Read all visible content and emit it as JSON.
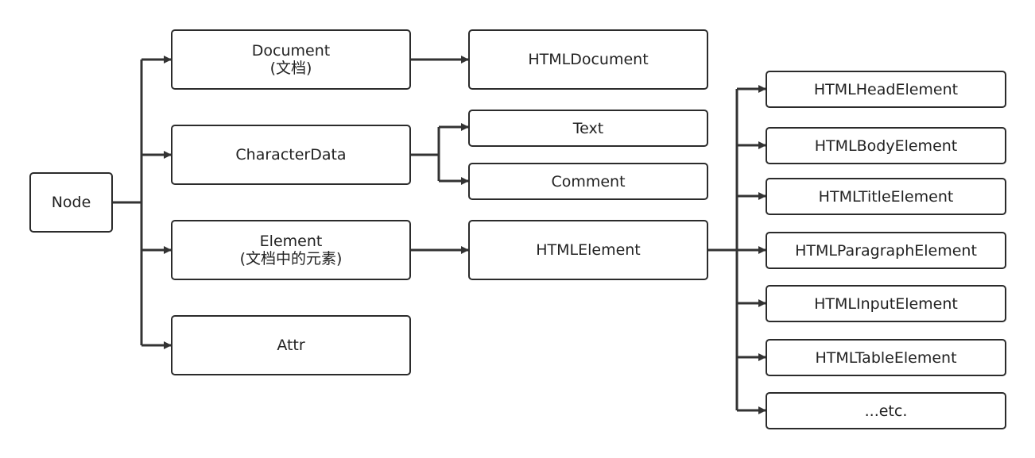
{
  "diagram": {
    "root": {
      "label": "Node"
    },
    "level1": {
      "document": {
        "label": "Document",
        "sublabel": "(文档)"
      },
      "character_data": {
        "label": "CharacterData"
      },
      "element": {
        "label": "Element",
        "sublabel": "(文档中的元素)"
      },
      "attr": {
        "label": "Attr"
      }
    },
    "level2": {
      "html_document": {
        "label": "HTMLDocument"
      },
      "text": {
        "label": "Text"
      },
      "comment": {
        "label": "Comment"
      },
      "html_element": {
        "label": "HTMLElement"
      }
    },
    "level3": [
      {
        "label": "HTMLHeadElement"
      },
      {
        "label": "HTMLBodyElement"
      },
      {
        "label": "HTMLTitleElement"
      },
      {
        "label": "HTMLParagraphElement"
      },
      {
        "label": "HTMLInputElement"
      },
      {
        "label": "HTMLTableElement"
      },
      {
        "label": "...etc."
      }
    ],
    "colors": {
      "line": "#333333",
      "border": "#2b2b2b",
      "text": "#222222",
      "background": "#ffffff"
    }
  }
}
